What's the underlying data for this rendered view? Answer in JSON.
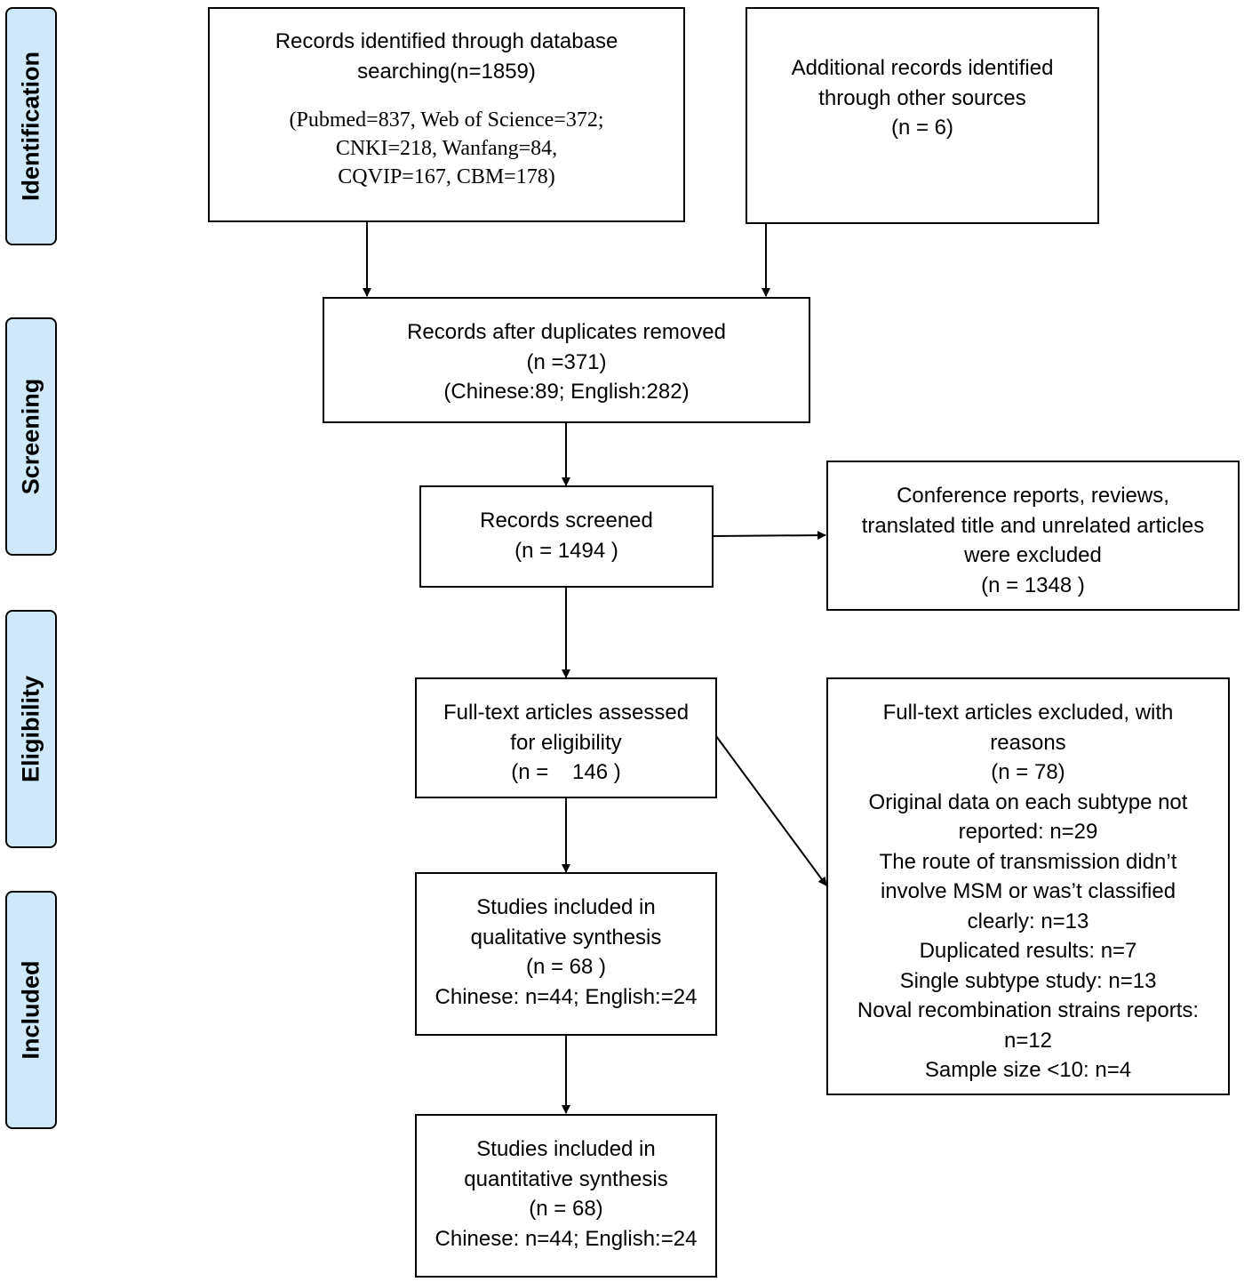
{
  "stages": {
    "identification": "Identification",
    "screening": "Screening",
    "eligibility": "Eligibility",
    "included": "Included"
  },
  "boxes": {
    "database": {
      "lines": [
        "Records identified through database",
        "searching(n=1859)"
      ],
      "sources": [
        "(Pubmed=837, Web of Science=372;",
        "CNKI=218, Wanfang=84,",
        "CQVIP=167, CBM=178)"
      ]
    },
    "other_sources": {
      "lines": [
        "Additional records identified",
        "through other sources",
        "(n = 6)"
      ]
    },
    "after_duplicates": {
      "lines": [
        "Records after duplicates removed",
        "(n =371)",
        "(Chinese:89; English:282)"
      ]
    },
    "screened": {
      "lines": [
        "Records screened",
        "(n = 1494 )"
      ]
    },
    "screen_excluded": {
      "lines": [
        "Conference reports, reviews,",
        "translated title and unrelated articles",
        "were excluded",
        "(n = 1348 )"
      ]
    },
    "fulltext": {
      "lines": [
        "Full-text articles assessed",
        "for eligibility",
        "(n =    146 )"
      ]
    },
    "fulltext_excluded": {
      "lines": [
        "Full-text articles excluded, with",
        "reasons",
        "(n = 78)",
        "Original data on each subtype not",
        "reported: n=29",
        "The route of transmission didn’t",
        "involve MSM or was’t classified",
        "clearly: n=13",
        "Duplicated results: n=7",
        "Single subtype study: n=13",
        "Noval recombination strains reports:",
        "n=12",
        "Sample size <10: n=4"
      ]
    },
    "qualitative": {
      "lines": [
        "Studies included in",
        "qualitative synthesis",
        "(n = 68 )",
        "Chinese: n=44; English:=24"
      ]
    },
    "quantitative": {
      "lines": [
        "Studies included in",
        "quantitative synthesis",
        "(n = 68)",
        "Chinese: n=44; English:=24"
      ]
    }
  },
  "colors": {
    "stage_tab_fill": "#cfe9fb",
    "stroke": "#000000"
  }
}
